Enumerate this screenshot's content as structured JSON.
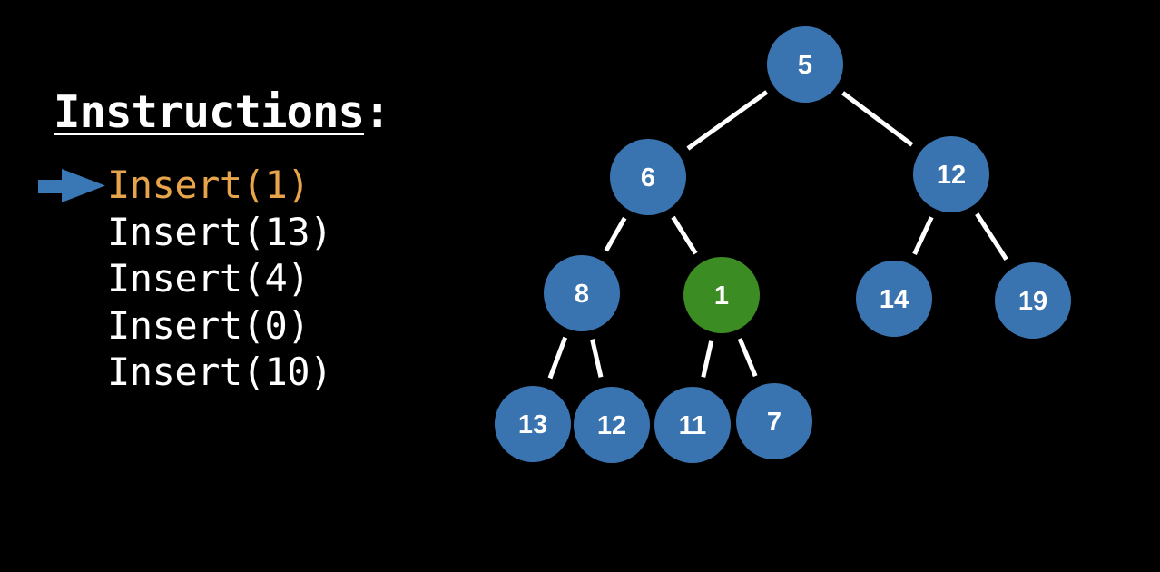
{
  "instructions": {
    "heading": "Instructions",
    "heading_suffix": ":",
    "items": [
      "Insert(1)",
      "Insert(13)",
      "Insert(4)",
      "Insert(0)",
      "Insert(10)"
    ],
    "current_index": 0,
    "current_color": "#e7a44a",
    "pointer_icon": "arrow-right-icon",
    "pointer_color": "#3a78b5"
  },
  "heap": {
    "type": "min-heap binary tree",
    "node_color": "#3a74b0",
    "highlight_color": "#3c8c24",
    "edge_color": "#ffffff",
    "nodes": [
      {
        "id": 0,
        "value": "5",
        "highlight": false
      },
      {
        "id": 1,
        "value": "6",
        "highlight": false
      },
      {
        "id": 2,
        "value": "12",
        "highlight": false
      },
      {
        "id": 3,
        "value": "8",
        "highlight": false
      },
      {
        "id": 4,
        "value": "1",
        "highlight": true
      },
      {
        "id": 5,
        "value": "14",
        "highlight": false
      },
      {
        "id": 6,
        "value": "19",
        "highlight": false
      },
      {
        "id": 7,
        "value": "13",
        "highlight": false
      },
      {
        "id": 8,
        "value": "12",
        "highlight": false
      },
      {
        "id": 9,
        "value": "11",
        "highlight": false
      },
      {
        "id": 10,
        "value": "7",
        "highlight": false
      }
    ],
    "edges": [
      [
        0,
        1
      ],
      [
        0,
        2
      ],
      [
        1,
        3
      ],
      [
        1,
        4
      ],
      [
        2,
        5
      ],
      [
        2,
        6
      ],
      [
        3,
        7
      ],
      [
        3,
        8
      ],
      [
        4,
        9
      ],
      [
        4,
        10
      ]
    ]
  }
}
